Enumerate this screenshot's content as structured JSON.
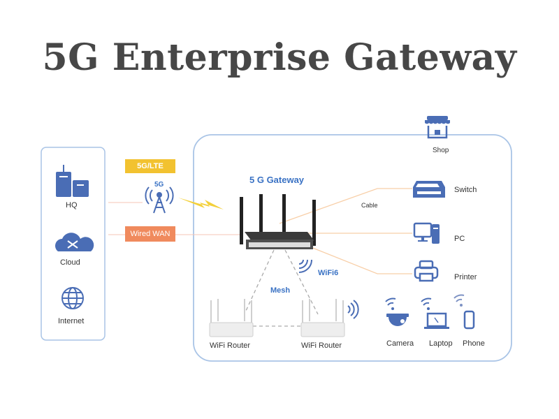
{
  "title": "5G Enterprise Gateway",
  "left_panel": {
    "items": [
      {
        "label": "HQ",
        "icon": "building-icon"
      },
      {
        "label": "Cloud",
        "icon": "cloud-shuffle-icon"
      },
      {
        "label": "Internet",
        "icon": "globe-icon"
      }
    ]
  },
  "links": {
    "cellular_tag": "5G/LTE",
    "tower_label": "5G",
    "wired_tag": "Wired WAN"
  },
  "gateway": {
    "label": "5 G Gateway",
    "cable_label": "Cable",
    "wifi_label": "WiFi6",
    "mesh_label": "Mesh"
  },
  "site": {
    "shop_label": "Shop",
    "wired_devices": [
      {
        "label": "Switch",
        "icon": "switch-icon"
      },
      {
        "label": "PC",
        "icon": "pc-icon"
      },
      {
        "label": "Printer",
        "icon": "printer-icon"
      }
    ],
    "routers": [
      {
        "label": "WiFi  Router"
      },
      {
        "label": "WiFi  Router"
      }
    ],
    "wireless_devices": [
      {
        "label": "Camera",
        "icon": "camera-icon"
      },
      {
        "label": "Laptop",
        "icon": "laptop-icon"
      },
      {
        "label": "Phone",
        "icon": "phone-icon"
      }
    ]
  },
  "colors": {
    "icon_blue": "#4a6db5",
    "frame_blue": "#a9c4e6",
    "cable_orange": "#f8cfa8",
    "tag_yellow": "#f2c230",
    "tag_orange": "#f08a5d",
    "bolt_yellow": "#f3d03a"
  }
}
